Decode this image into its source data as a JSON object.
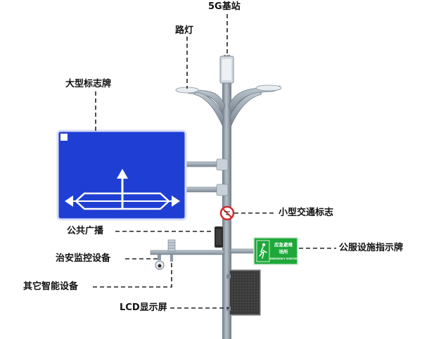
{
  "labels": {
    "base_station": "5G基站",
    "street_light": "路灯",
    "large_sign": "大型标志牌",
    "small_sign": "小型交通标志",
    "broadcast": "公共广播",
    "public_service_sign": "公服设施指示牌",
    "security_monitoring": "治安监控设备",
    "other_smart_devices": "其它智能设备",
    "lcd_screen": "LCD显示屏"
  },
  "green_sign": {
    "line1": "应急避难",
    "line2": "场所",
    "line3": "EMERGENCY SHELTER"
  },
  "colors": {
    "sign_blue": "#1f3fd4",
    "sign_green": "#1ea83a",
    "pole": "#8e9aa6",
    "leader_line": "#222222"
  }
}
